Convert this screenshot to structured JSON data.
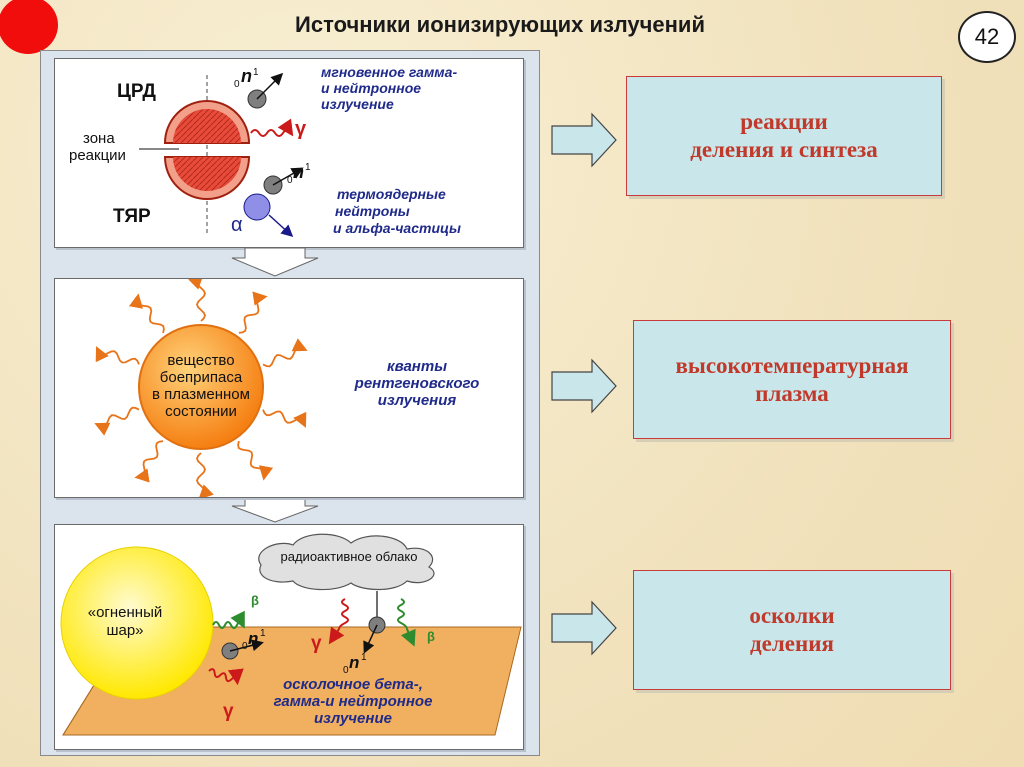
{
  "title": "Источники ионизирующих излучений",
  "page_number": "42",
  "panel1": {
    "crd_label": "ЦРД",
    "tyar_label": "ТЯР",
    "zone_line1": "зона",
    "zone_line2": "реакции",
    "n_symbol": "n",
    "n_sub": "0",
    "n_sup": "1",
    "gamma": "γ",
    "alpha": "α",
    "prompt_lines": [
      "мгновенное гамма-",
      "и нейтронное",
      "излучение"
    ],
    "thermo_lines": [
      "термоядерные",
      "нейтроны",
      "и альфа-частицы"
    ]
  },
  "panel2": {
    "ball_lines": [
      "вещество",
      "боеприпаса",
      "в плазменном",
      "состоянии"
    ],
    "xray_lines": [
      "кванты",
      "рентгеновского",
      "излучения"
    ]
  },
  "panel3": {
    "cloud_label": "радиоактивное облако",
    "fireball_line1": "«огненный",
    "fireball_line2": "шар»",
    "beta": "β",
    "gamma": "γ",
    "n_symbol": "n",
    "n_sub": "0",
    "n_sup": "1",
    "fallout_lines": [
      "осколочное бета-,",
      "гамма-и нейтронное",
      "излучение"
    ]
  },
  "boxes": [
    {
      "line1": "реакции",
      "line2": "деления и синтеза"
    },
    {
      "line1": "высокотемпературная",
      "line2": "плазма"
    },
    {
      "line1": "осколки",
      "line2": "деления"
    }
  ],
  "colors": {
    "background": "#f5e9c8",
    "box_fill": "#c9e6ea",
    "box_text": "#c0392b",
    "label_blue": "#1f2a8a",
    "wavy_red": "#cc1a1a",
    "plasma_orange": "#f58a1f",
    "fireball_yellow": "#ffee00",
    "ground_orange": "#f0b060"
  }
}
